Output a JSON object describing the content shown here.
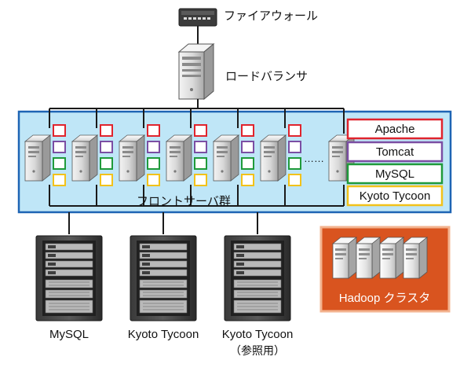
{
  "labels": {
    "firewall": "ファイアウォール",
    "load_balancer": "ロードバランサ",
    "front_servers": "フロントサーバ群",
    "ellipsis": "……",
    "hadoop": "Hadoop クラスタ"
  },
  "legend": [
    {
      "label": "Apache",
      "color": "#e0242d"
    },
    {
      "label": "Tomcat",
      "color": "#7b4ea3"
    },
    {
      "label": "MySQL",
      "color": "#1f9a3a"
    },
    {
      "label": "Kyoto Tycoon",
      "color": "#f2c21a"
    }
  ],
  "db_servers": [
    {
      "label": "MySQL",
      "sublabel": ""
    },
    {
      "label": "Kyoto Tycoon",
      "sublabel": ""
    },
    {
      "label": "Kyoto Tycoon",
      "sublabel": "（参照用）"
    }
  ],
  "colors": {
    "front_panel_fill": "#bfe6f7",
    "front_panel_border": "#1e64b4",
    "hadoop_fill": "#d9541f",
    "hadoop_border": "#f3b38f"
  }
}
